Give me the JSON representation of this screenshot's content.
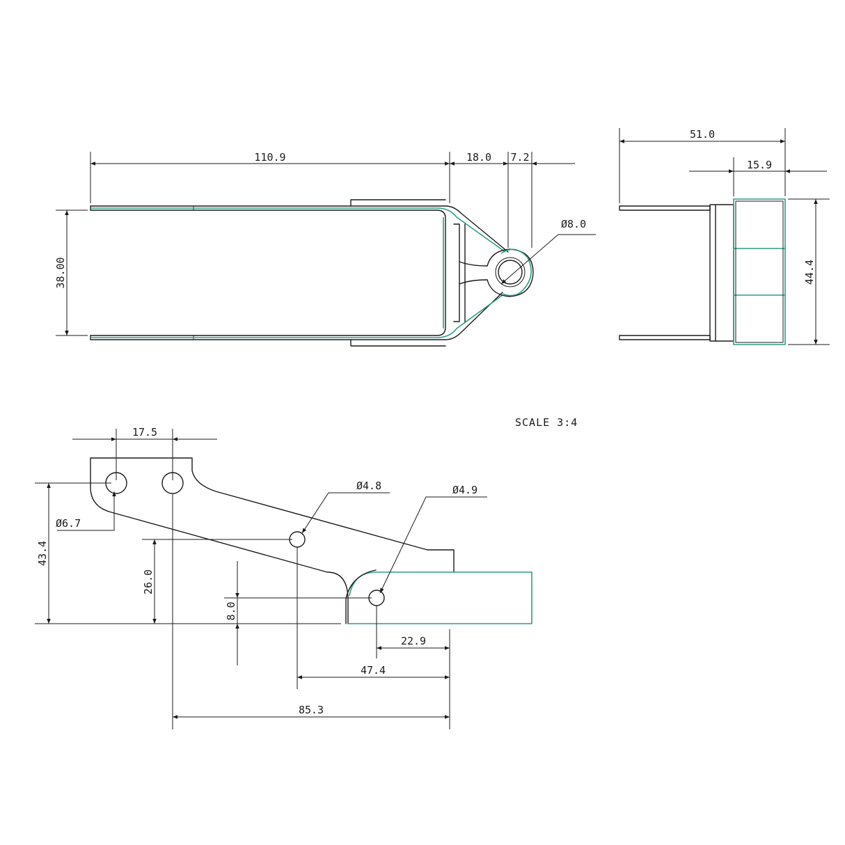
{
  "scale_note": "SCALE  3:4",
  "colors": {
    "line": "#1a1a1a",
    "edge_highlight": "#2e9b86",
    "background": "#ffffff"
  },
  "views": {
    "top": {
      "length": "110.9",
      "offset_a": "18.0",
      "offset_b": "7.2",
      "width": "38.00",
      "hole_dia": "Ø8.0"
    },
    "side": {
      "width": "51.0",
      "thickness": "15.9",
      "height": "44.4"
    },
    "front": {
      "hole_spacing": "17.5",
      "hole_dia_large": "Ø6.7",
      "hole_dia_mid": "Ø4.8",
      "hole_dia_small": "Ø4.9",
      "overall_height": "43.4",
      "pivot_height": "26.0",
      "lower_height": "8.0",
      "dist_a": "22.9",
      "dist_b": "47.4",
      "dist_c": "85.3"
    }
  }
}
